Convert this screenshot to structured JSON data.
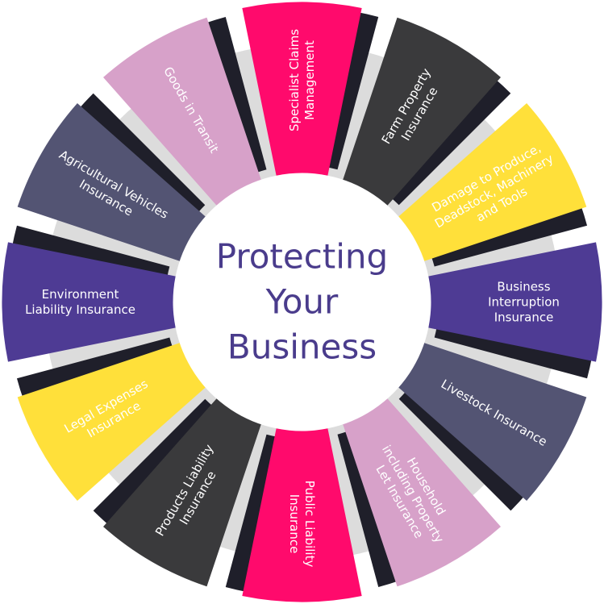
{
  "center": {
    "lines": [
      "Protecting",
      "Your",
      "Business"
    ],
    "color": "#4a3c8c"
  },
  "segments": [
    {
      "lines": [
        "Specialist Claims",
        "Management"
      ],
      "color": "#ff0a6c",
      "text_color": "#ffffff"
    },
    {
      "lines": [
        "Farm Property",
        "Insurance"
      ],
      "color": "#3a3a3c",
      "text_color": "#ffffff"
    },
    {
      "lines": [
        "Damage to Produce,",
        "Deadstock, Machinery",
        "and Tools"
      ],
      "color": "#ffe03a",
      "text_color": "#333333"
    },
    {
      "lines": [
        "Business",
        "Interruption",
        "Insurance"
      ],
      "color": "#4e3b94",
      "text_color": "#ffffff"
    },
    {
      "lines": [
        "Livestock Insurance"
      ],
      "color": "#535473",
      "text_color": "#ffffff"
    },
    {
      "lines": [
        "Household",
        "including Property",
        "Let Insurance"
      ],
      "color": "#d7a1c9",
      "text_color": "#ffffff"
    },
    {
      "lines": [
        "Public Liability",
        "Insurance"
      ],
      "color": "#ff0a6c",
      "text_color": "#ffffff"
    },
    {
      "lines": [
        "Products Liability",
        "Insurance"
      ],
      "color": "#3a3a3c",
      "text_color": "#ffffff"
    },
    {
      "lines": [
        "Legal Expenses",
        "Insurance"
      ],
      "color": "#ffe03a",
      "text_color": "#333333"
    },
    {
      "lines": [
        "Environment",
        "Liability Insurance"
      ],
      "color": "#4e3b94",
      "text_color": "#ffffff"
    },
    {
      "lines": [
        "Agricultural Vehicles",
        "Insurance"
      ],
      "color": "#535473",
      "text_color": "#ffffff"
    },
    {
      "lines": [
        "Goods in Transit"
      ],
      "color": "#d7a1c9",
      "text_color": "#ffffff"
    }
  ],
  "colors": {
    "connector": "#dcdcdc",
    "shadow": "#1f1f2a"
  }
}
